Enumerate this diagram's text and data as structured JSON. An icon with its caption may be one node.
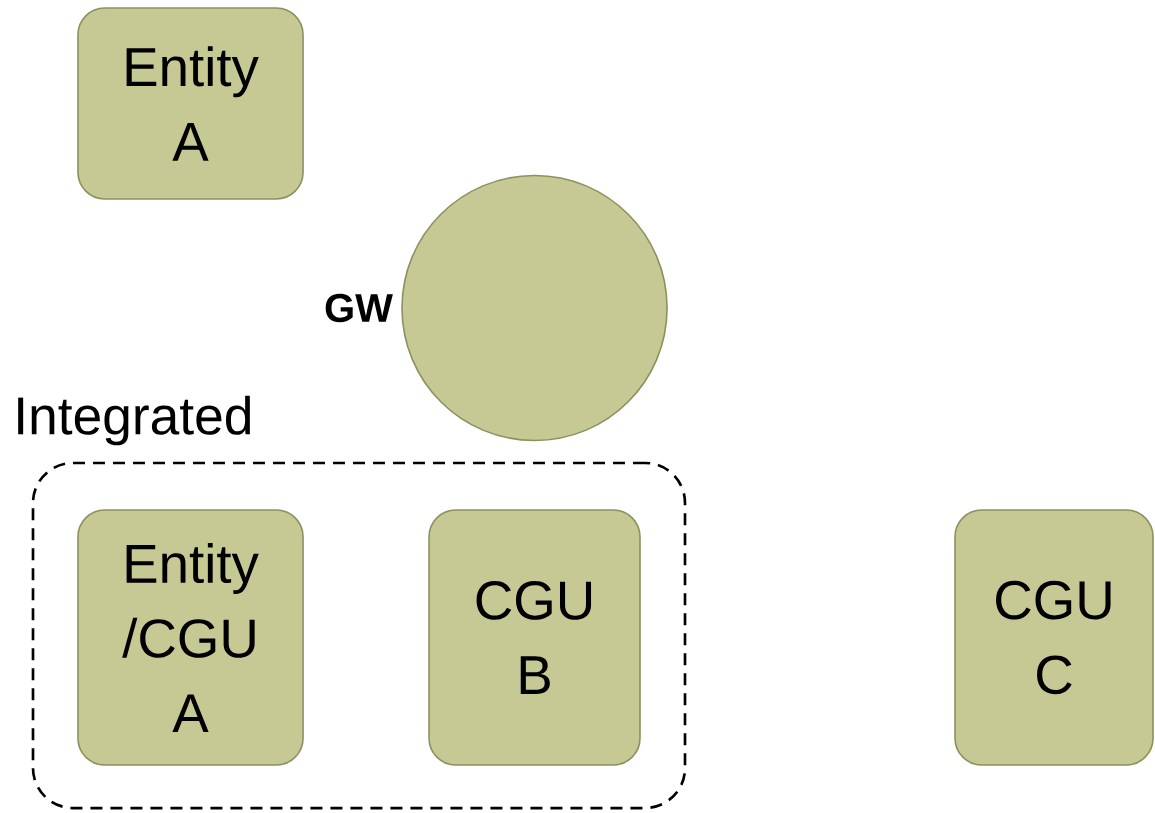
{
  "diagram": {
    "nodes": [
      {
        "text": [
          "Entity A"
        ]
      },
      {
        "text": [],
        "shape": "circle",
        "beside": [
          "GW"
        ]
      },
      {
        "text": [
          "Integrated"
        ]
      },
      {
        "text": [
          "Entity /CGU A"
        ],
        "in": 2
      },
      {
        "text": [
          "CGU B"
        ],
        "in": 2
      },
      {
        "text": [
          "CGU C"
        ]
      }
    ]
  }
}
